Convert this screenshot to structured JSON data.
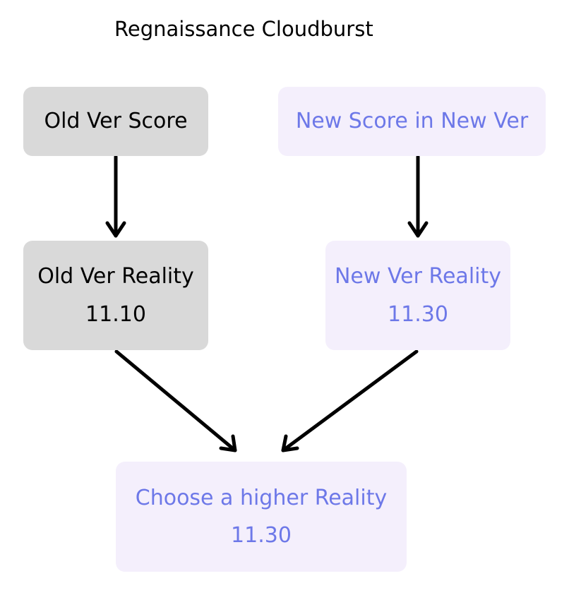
{
  "title": "Regnaissance Cloudburst",
  "colors": {
    "gray_box": "#d9d9d9",
    "purple_box": "#f4effc",
    "purple_text": "#6d78e8",
    "arrow": "#000000"
  },
  "nodes": {
    "old_score": {
      "label": "Old Ver Score"
    },
    "new_score": {
      "label": "New Score in New Ver"
    },
    "old_reality": {
      "label": "Old Ver Reality",
      "value": "11.10"
    },
    "new_reality": {
      "label": "New Ver Reality",
      "value": "11.30"
    },
    "choose": {
      "label": "Choose a higher Reality",
      "value": "11.30"
    }
  }
}
